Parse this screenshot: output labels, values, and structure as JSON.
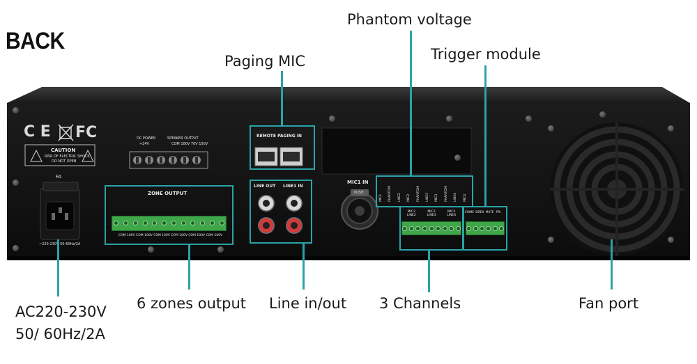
{
  "title": "BACK",
  "callouts": {
    "paging_mic": "Paging MIC",
    "phantom_voltage": "Phantom voltage",
    "trigger_module": "Trigger module",
    "ac_line1": "AC220-230V",
    "ac_line2": "50/ 60Hz/2A",
    "zones_output": "6 zones output",
    "line_in_out": "Line in/out",
    "three_channels": "3 Channels",
    "fan_port": "Fan port"
  },
  "panel": {
    "caution_title": "CAUTION",
    "caution_line1": "RISK OF ELECTRIC SHOCK",
    "caution_line2": "DO NOT OPEN",
    "fuse_label": "FA",
    "power_rating": "~220-230V 50-60Hz/2A",
    "dc_power": "DC POWER",
    "dc_voltage": "+24V",
    "speaker_output": "SPEAKER OUTPUT",
    "speaker_sub": "COM 100V 70V 100V",
    "zone_output": "ZONE OUTPUT",
    "zone_com_labels": "COM 100V COM 100V COM 100V COM 100V COM 100V COM 100V",
    "remote_paging_in": "REMOTE PAGING IN",
    "line_out": "LINE OUT",
    "line1_in": "LINE1 IN",
    "mic1_in": "MIC1 IN",
    "mic1_push": "PUSH",
    "phantom_labels": [
      "MIC1",
      "PHANTOM",
      "LINE2",
      "MIC2",
      "PHANTOM",
      "LINE3",
      "MIC3",
      "PHANTOM",
      "LINE4",
      "MIC4"
    ],
    "channel_labels": [
      "MIC2 LINE2",
      "MIC3 LINE3",
      "MIC4 LINE4"
    ],
    "trigger_labels": [
      "CHIME",
      "SIREN",
      "MUTE",
      "PRI"
    ]
  }
}
